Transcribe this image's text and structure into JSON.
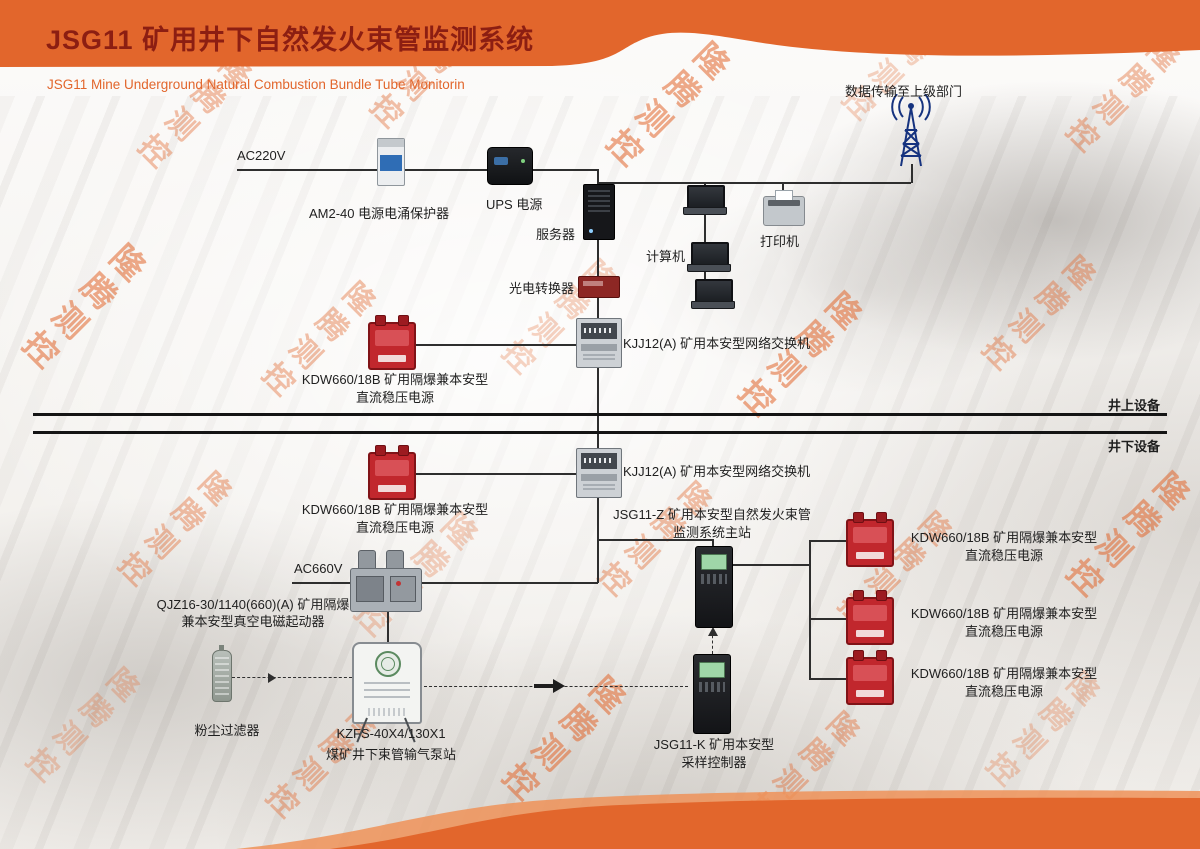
{
  "header": {
    "title": "JSG11 矿用井下自然发火束管监测系统",
    "subtitle": "JSG11 Mine Underground Natural Combustion Bundle Tube Monitorin",
    "accent_color": "#e2662c",
    "title_color": "#8c1e12"
  },
  "watermark": {
    "text": "隆腾测控",
    "color": "#e2662c"
  },
  "sections": {
    "surface": "井上设备",
    "underground": "井下设备"
  },
  "nodes": {
    "power_in": "AC220V",
    "surge": "AM2-40 电源电涌保护器",
    "ups": "UPS 电源",
    "server": "服务器",
    "computer": "计算机",
    "printer": "打印机",
    "uplink": "数据传输至上级部门",
    "converter": "光电转换器",
    "switch": "KJJ12(A) 矿用本安型网络交换机",
    "psu": {
      "l1": "KDW660/18B 矿用隔爆兼本安型",
      "l2": "直流稳压电源"
    },
    "main_station": {
      "l1": "JSG11-Z 矿用本安型自然发火束管",
      "l2": "监测系统主站"
    },
    "power_660": "AC660V",
    "starter": {
      "l1": "QJZ16-30/1140(660)(A) 矿用隔爆",
      "l2": "兼本安型真空电磁起动器"
    },
    "dust_filter": "粉尘过滤器",
    "pump": {
      "l1": "KZFS-40X4/130X1",
      "l2": "煤矿井下束管输气泵站"
    },
    "sampler": {
      "l1": "JSG11-K 矿用本安型",
      "l2": "采样控制器"
    },
    "device_red": "#c1272d"
  }
}
